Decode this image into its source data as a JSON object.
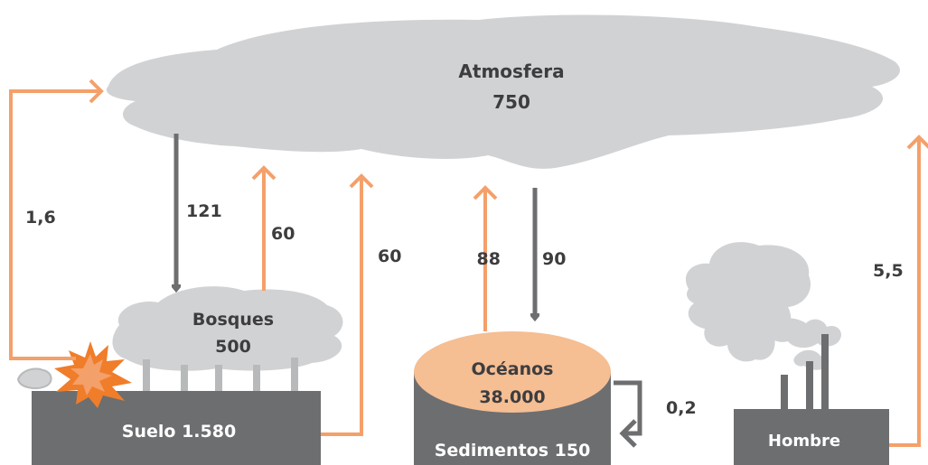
{
  "atmosphere": {
    "name": "Atmosfera",
    "value": "750"
  },
  "forests": {
    "name": "Bosques",
    "value": "500"
  },
  "soil": {
    "label": "Suelo 1.580"
  },
  "oceans": {
    "name": "Océanos",
    "value": "38.000"
  },
  "sediments": {
    "label": "Sedimentos 150"
  },
  "human": {
    "label": "Hombre"
  },
  "flows": {
    "fire_to_atmosphere": "1,6",
    "atmosphere_to_forests": "121",
    "forests_to_atmosphere": "60",
    "soil_to_atmosphere": "60",
    "oceans_to_atmosphere": "88",
    "atmosphere_to_oceans": "90",
    "oceans_to_sediments": "0,2",
    "human_to_atmosphere": "5,5"
  },
  "colors": {
    "cloud": "#d1d2d4",
    "ground": "#6d6e70",
    "gray_arrow": "#6d6e70",
    "orange_arrow": "#f4a06a",
    "ocean_fill": "#f5be93",
    "fire": "#f07d2a",
    "text_dark": "#3d3d3f",
    "text_light": "#ffffff"
  }
}
